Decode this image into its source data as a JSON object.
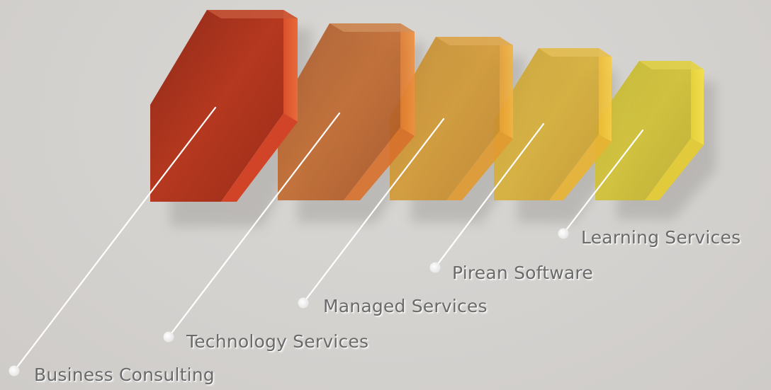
{
  "services": [
    {
      "label": "Business Consulting",
      "color": "#b03a22"
    },
    {
      "label": "Technology Services",
      "color": "#c8702a"
    },
    {
      "label": "Managed Services",
      "color": "#d9982c"
    },
    {
      "label": "Pirean Software",
      "color": "#d9ad32"
    },
    {
      "label": "Learning Services",
      "color": "#d2c232"
    }
  ]
}
